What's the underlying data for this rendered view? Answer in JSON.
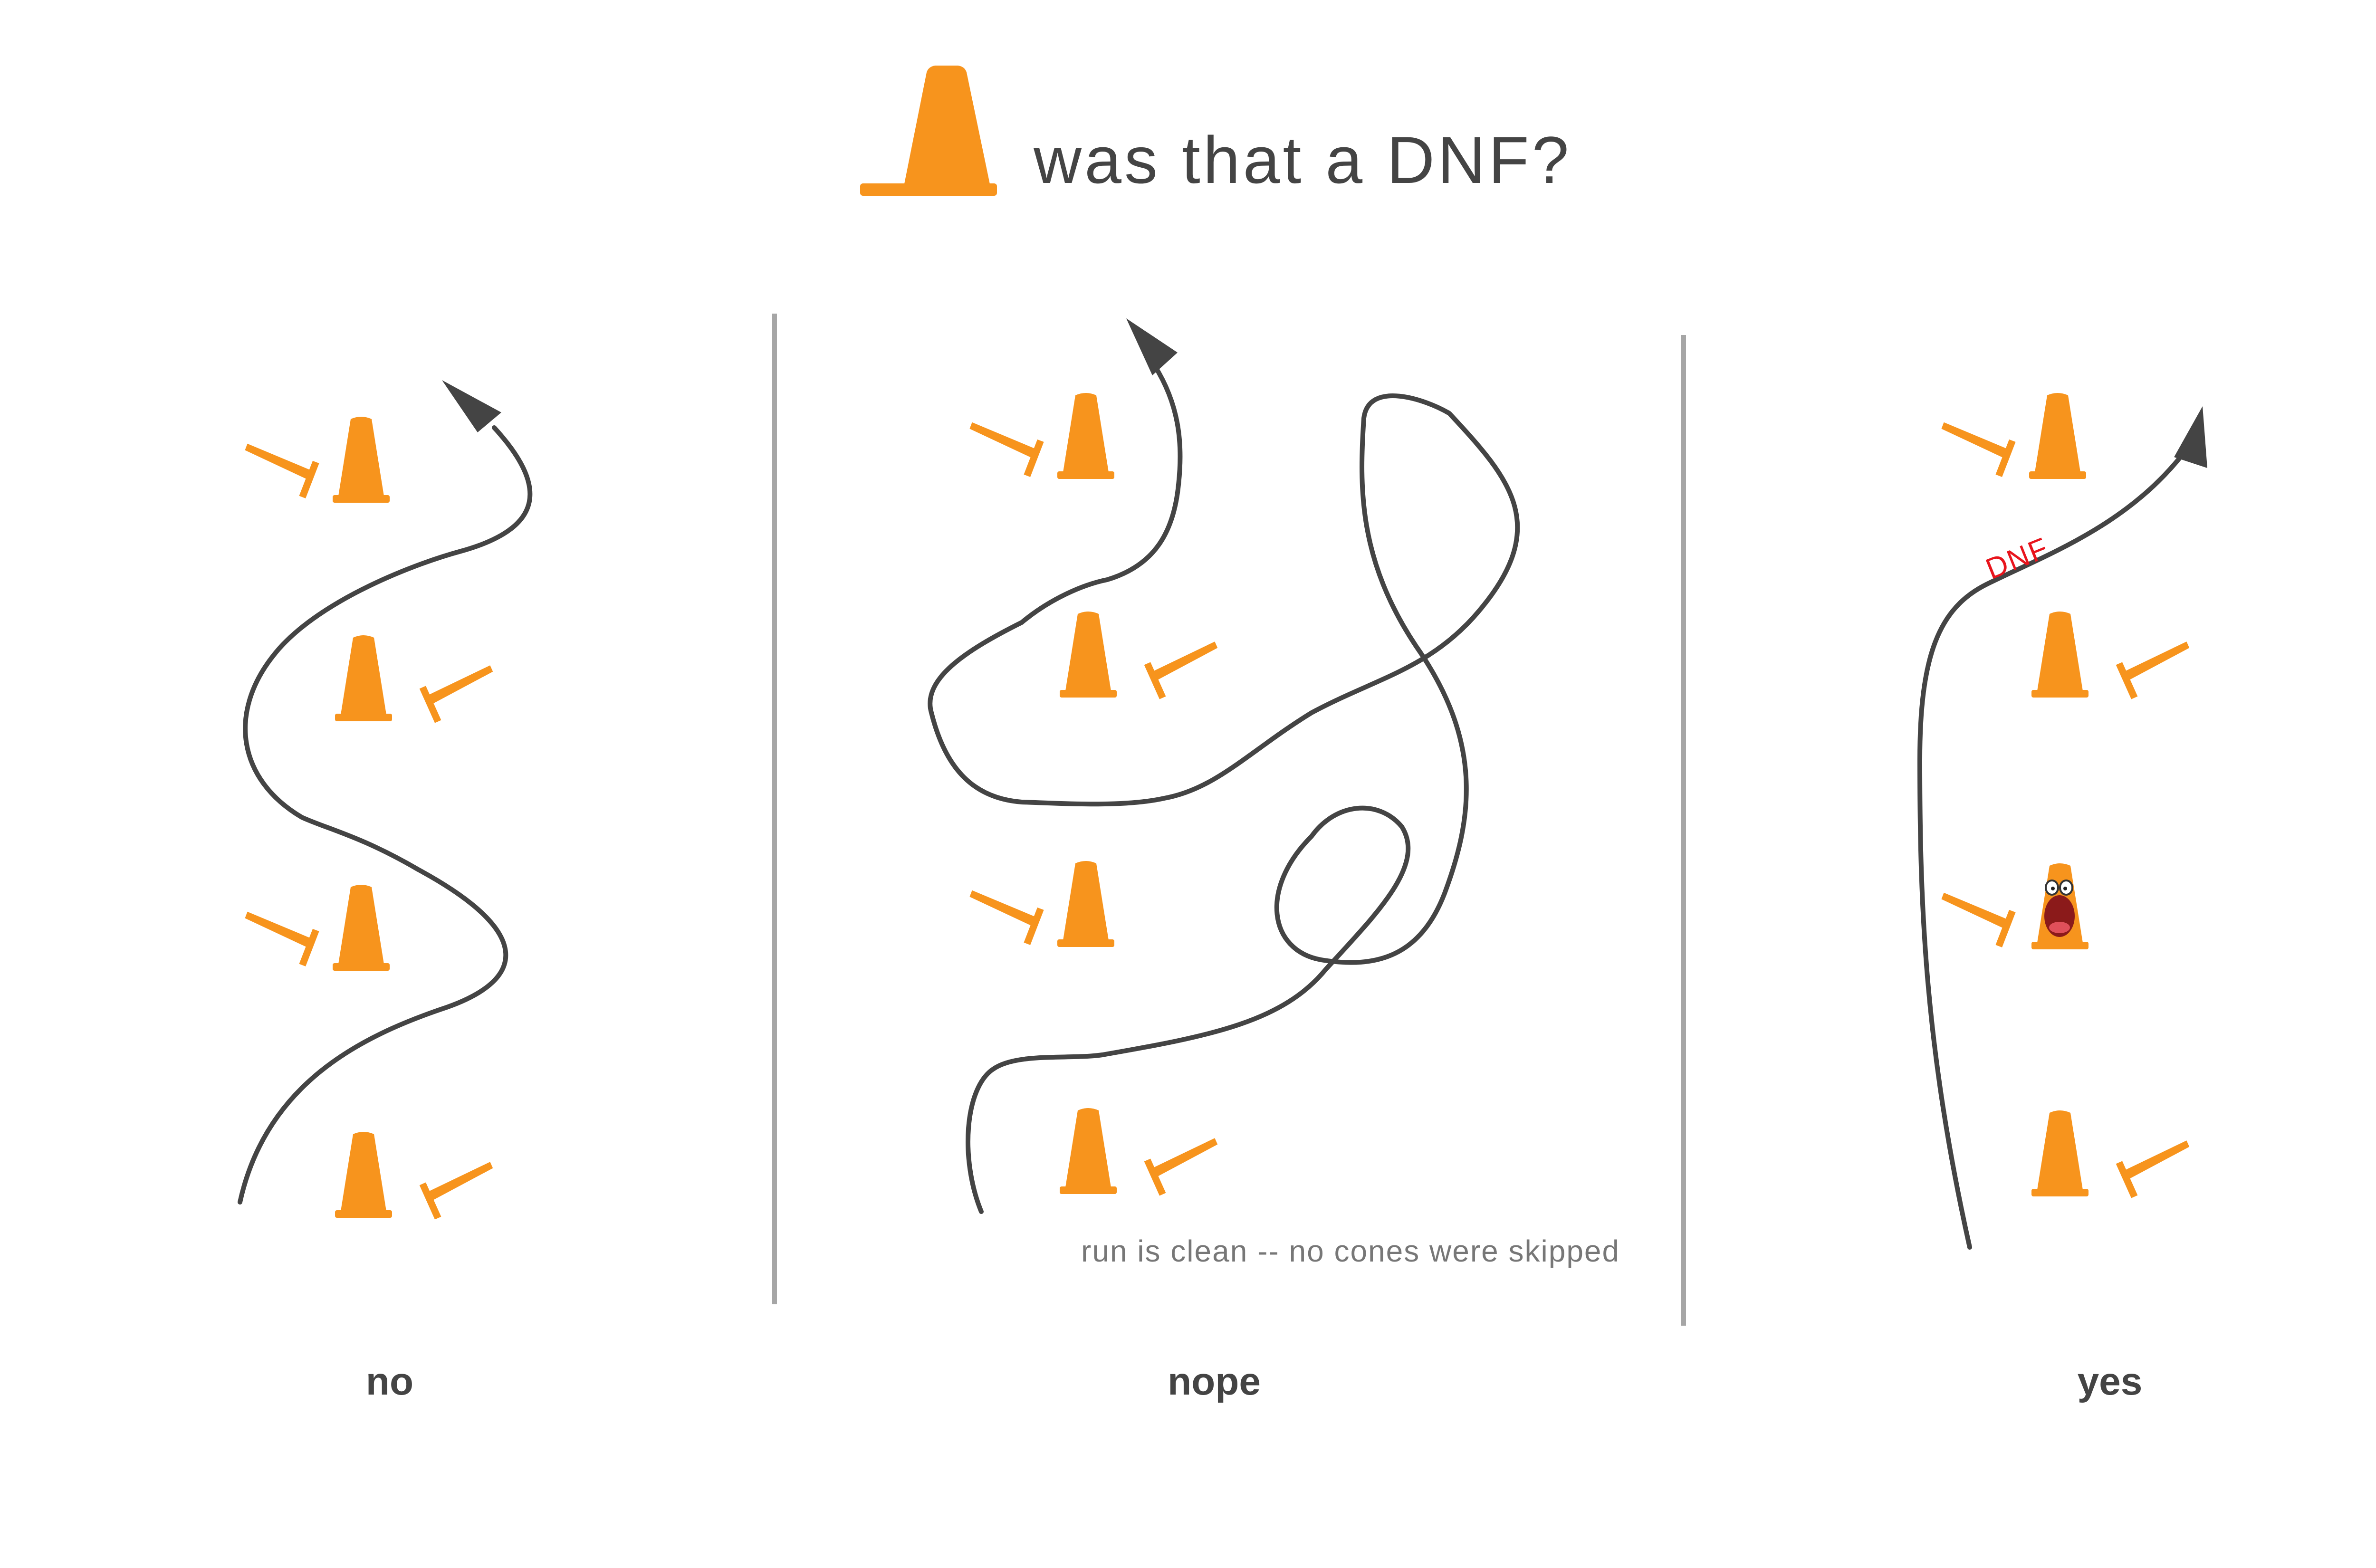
{
  "title": "was that a DNF?",
  "panels": [
    {
      "verdict": "no"
    },
    {
      "verdict": "nope",
      "note": "run is clean -- no cones were skipped"
    },
    {
      "verdict": "yes",
      "path_label": "DNF"
    }
  ],
  "colors": {
    "cone": "#f7941d",
    "path": "#444444",
    "divider": "#a6a6a6",
    "text": "#444444",
    "note": "#777777",
    "dnf": "#e8141c",
    "mouth": "#8b1a1a",
    "tongue": "#e0505a"
  },
  "icons": {
    "title_icon": "traffic-cone-icon",
    "cone_upright": "traffic-cone-icon",
    "cone_knocked": "knocked-over-cone-icon",
    "cone_scared": "scared-cone-icon",
    "path_arrow": "arrowhead-icon"
  }
}
